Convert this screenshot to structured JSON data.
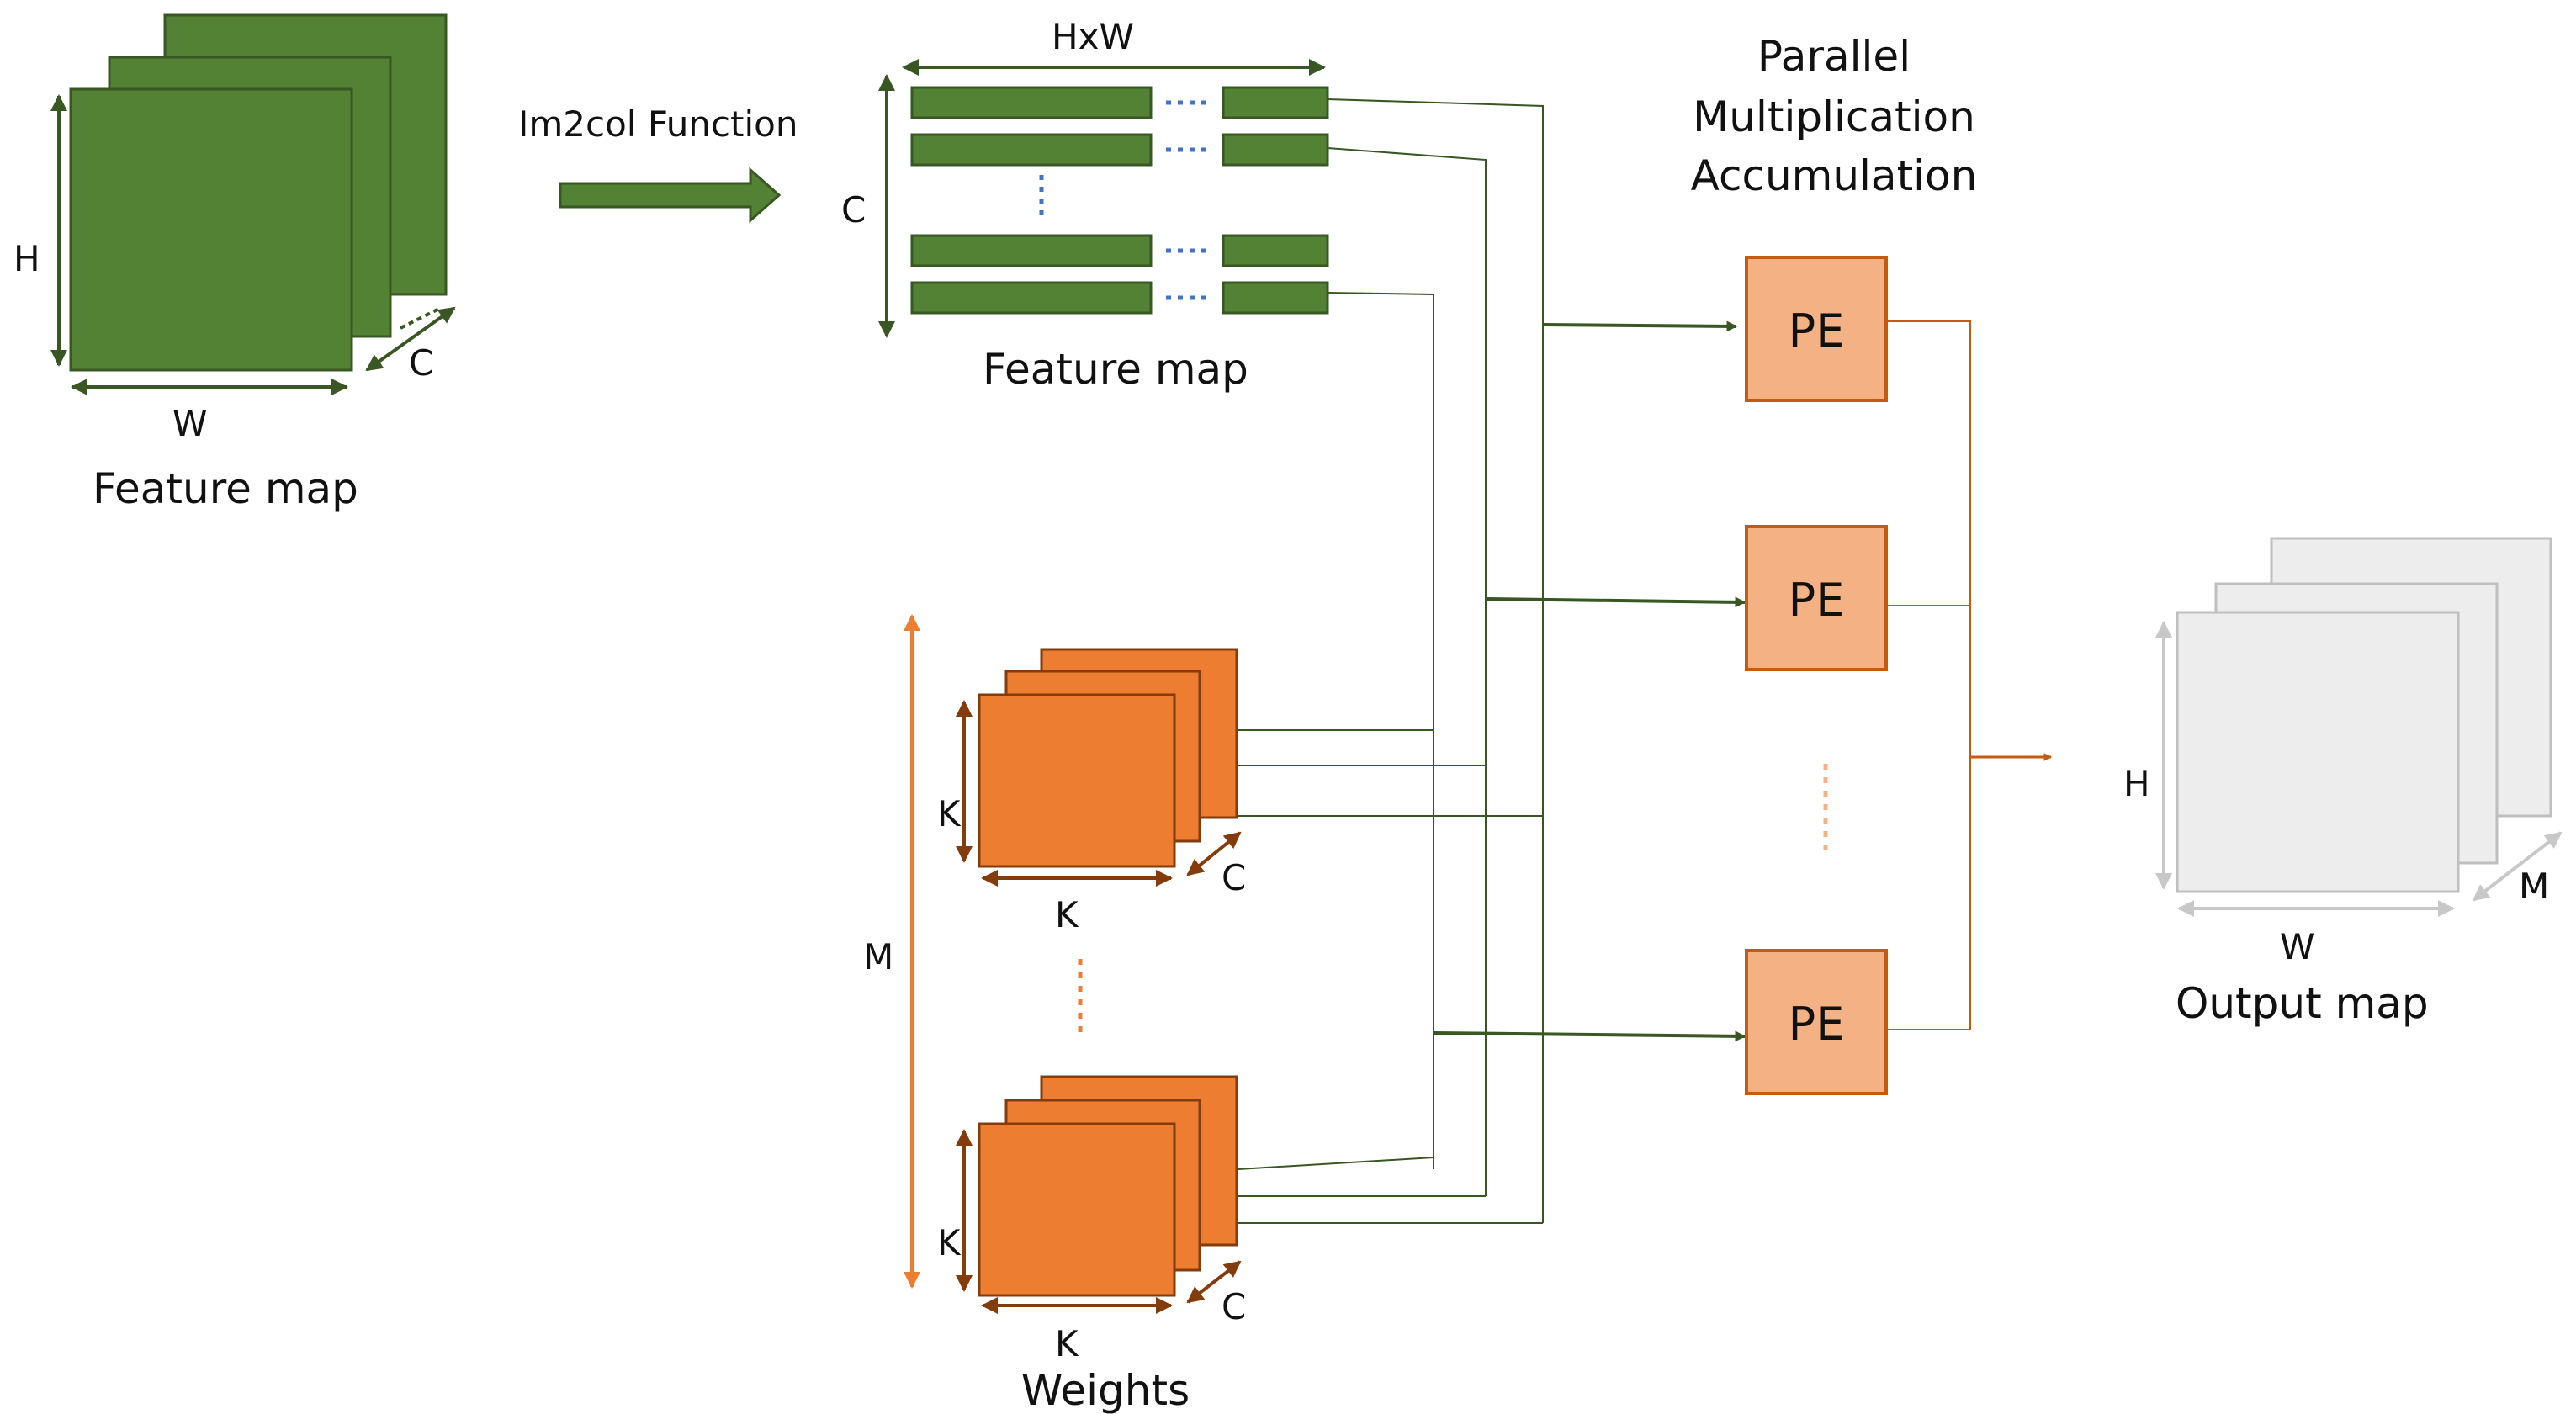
{
  "colors": {
    "green_fill": "#548235",
    "green_stroke": "#385723",
    "orange_fill": "#ED7D31",
    "orange_stroke": "#843C0C",
    "pe_fill": "#F4B183",
    "pe_stroke": "#C55A11",
    "gray_fill": "#EDEDED",
    "gray_stroke": "#BFBFBF",
    "wire_green": "#385723",
    "wire_orange": "#C55A11",
    "dot_blue": "#4472C4",
    "dot_orange": "#F4B183"
  },
  "input": {
    "label_h": "H",
    "label_w": "W",
    "label_c": "C",
    "caption": "Feature map"
  },
  "im2col": {
    "label": "Im2col Function"
  },
  "rows": {
    "label_hw": "HxW",
    "label_c": "C",
    "caption": "Feature map"
  },
  "pmac": {
    "line1": "Parallel",
    "line2": "Multiplication",
    "line3": "Accumulation"
  },
  "pe_blocks": [
    {
      "label": "PE"
    },
    {
      "label": "PE"
    },
    {
      "label": "PE"
    }
  ],
  "weights": {
    "label_m": "M",
    "top": {
      "label_k_left": "K",
      "label_k_bottom": "K",
      "label_c": "C"
    },
    "bottom": {
      "label_k_left": "K",
      "label_k_bottom": "K",
      "label_c": "C"
    },
    "caption": "Weights"
  },
  "output": {
    "label_h": "H",
    "label_w": "W",
    "label_m": "M",
    "caption": "Output map"
  }
}
